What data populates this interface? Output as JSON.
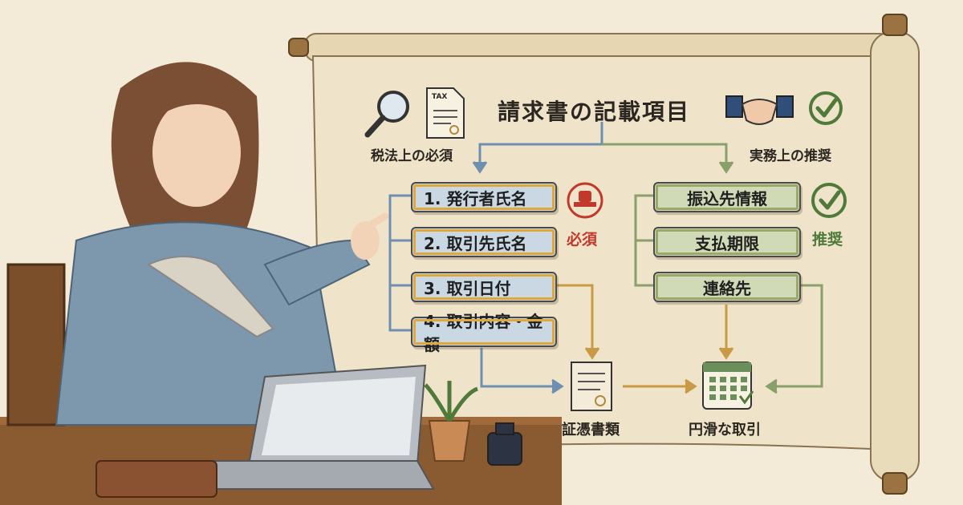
{
  "diagram": {
    "title": "請求書の記載項目",
    "tax_icon_text": "TAX",
    "left_category": "税法上の必須",
    "right_category": "実務上の推奨",
    "required_items": [
      "1. 発行者氏名",
      "2. 取引先氏名",
      "3. 取引日付",
      "4. 取引内容・金額"
    ],
    "required_badge": "必須",
    "recommended_items": [
      "振込先情報",
      "支払期限",
      "連絡先"
    ],
    "recommended_badge": "推奨",
    "output_document": "証憑書類",
    "output_result": "円滑な取引"
  },
  "colors": {
    "parchment": "#efe4c9",
    "required_box": "#c9d8e2",
    "recommended_box": "#d1dab7",
    "required_accent": "#c0392b",
    "recommended_accent": "#4f7a3a",
    "blue_arrow": "#6f8fb0",
    "gold_arrow": "#c99a45",
    "green_arrow": "#8aa06a"
  }
}
